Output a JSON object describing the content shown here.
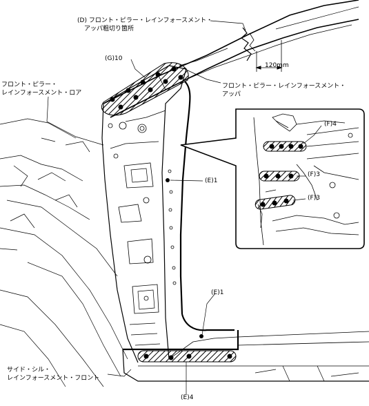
{
  "labels": {
    "cut_point_line1": "(D) フロント・ピラー・レインフォースメント・",
    "cut_point_line2": "アッパ粗切り箇所",
    "spot_g10": "(G)10",
    "lower_line1": "フロント・ピラー・",
    "lower_line2": "レインフォースメント・ロア",
    "upper_line1": "フロント・ピラー・レインフォースメント・",
    "upper_line2": "アッパ",
    "dimension": "120mm",
    "spot_f4": "(F)4",
    "spot_f3_a": "(F)3",
    "spot_f3_b": "(F)3",
    "spot_e1_a": "(E)1",
    "spot_e1_b": "(E)1",
    "sill_line1": "サイド・シル・",
    "sill_line2": "レインフォースメント・フロント",
    "spot_e4": "(E)4"
  },
  "colors": {
    "line": "#000000",
    "background": "#ffffff",
    "hatch": "#000000"
  }
}
